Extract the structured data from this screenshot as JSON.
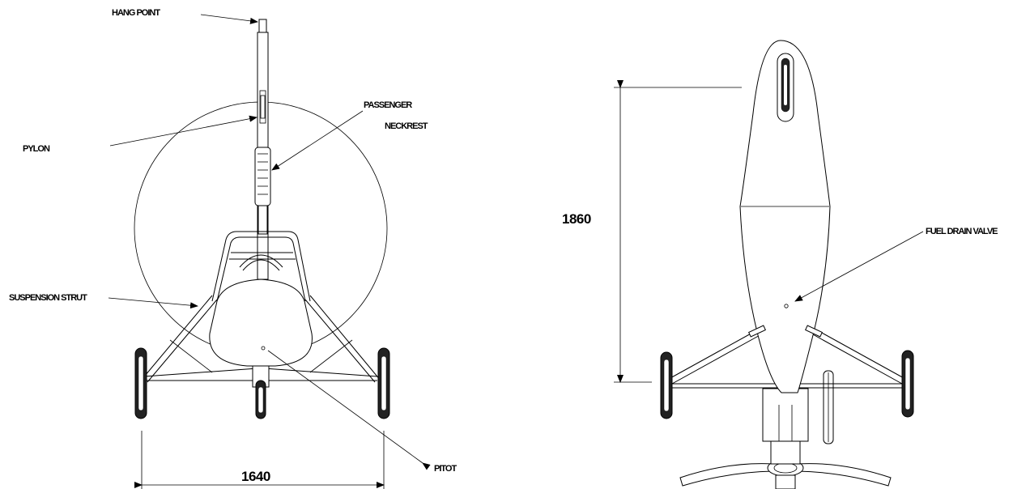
{
  "front_view": {
    "labels": {
      "hang_point": "HANG POINT",
      "pylon": "PYLON",
      "passenger_neckrest_line1": "PASSENGER",
      "passenger_neckrest_line2": "NECKREST",
      "suspension_strut": "SUSPENSION STRUT",
      "pitot": "PITOT"
    },
    "dimension_width": "1640"
  },
  "top_view": {
    "labels": {
      "fuel_drain_valve": "FUEL DRAIN VALVE"
    },
    "dimension_length": "1860"
  }
}
